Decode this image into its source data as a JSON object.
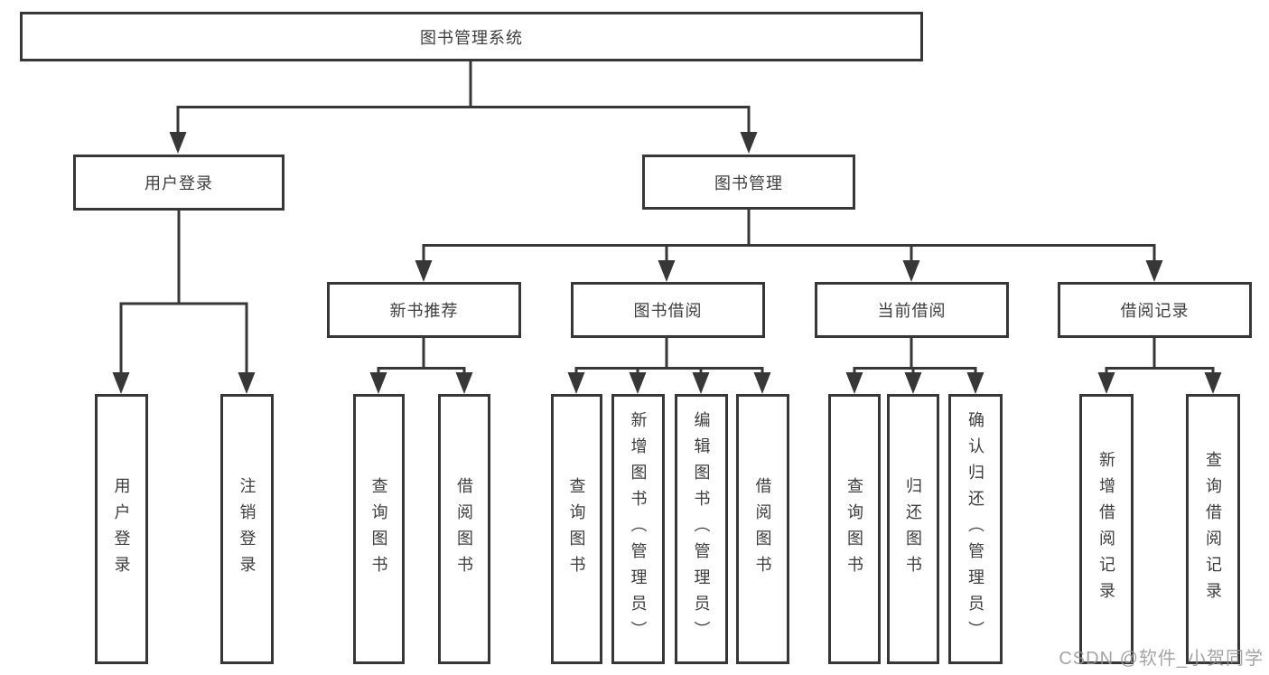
{
  "diagram_title": "图书管理系统",
  "tree": {
    "label": "图书管理系统",
    "children": [
      {
        "label": "用户登录",
        "children": [
          {
            "label": "用户登录"
          },
          {
            "label": "注销登录"
          }
        ]
      },
      {
        "label": "图书管理",
        "children": [
          {
            "label": "新书推荐",
            "children": [
              {
                "label": "查询图书"
              },
              {
                "label": "借阅图书"
              }
            ]
          },
          {
            "label": "图书借阅",
            "children": [
              {
                "label": "查询图书"
              },
              {
                "label": "新增图书（管理员）"
              },
              {
                "label": "编辑图书（管理员）"
              },
              {
                "label": "借阅图书"
              }
            ]
          },
          {
            "label": "当前借阅",
            "children": [
              {
                "label": "查询图书"
              },
              {
                "label": "归还图书"
              },
              {
                "label": "确认归还（管理员）"
              }
            ]
          },
          {
            "label": "借阅记录",
            "children": [
              {
                "label": "新增借阅记录"
              },
              {
                "label": "查询借阅记录"
              }
            ]
          }
        ]
      }
    ]
  },
  "watermark": {
    "text": "CSDN @软件_小贺同学"
  },
  "colors": {
    "line": "#373737",
    "box_border": "#373737",
    "text": "#3d3d3d",
    "background": "#ffffff",
    "watermark": "#949494"
  }
}
